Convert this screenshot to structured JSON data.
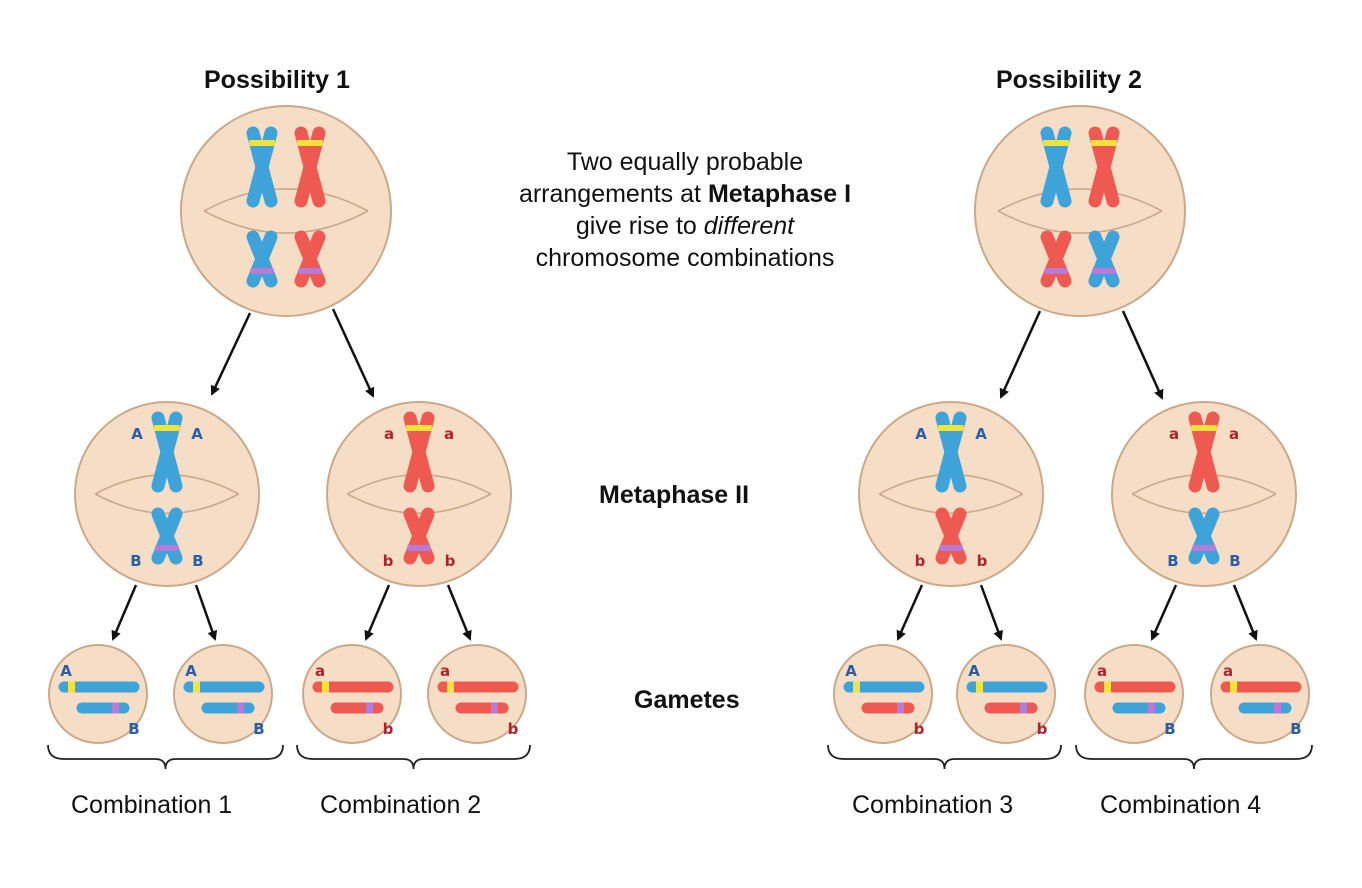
{
  "possibilities": [
    {
      "title": "Possibility 1",
      "combinations": [
        "Combination 1",
        "Combination 2"
      ]
    },
    {
      "title": "Possibility 2",
      "combinations": [
        "Combination 3",
        "Combination 4"
      ]
    }
  ],
  "note": {
    "line1": "Two equally probable",
    "line2_pre": "arrangements at ",
    "line2_bold": "Metaphase I",
    "line3_pre": "give rise to ",
    "line3_italic": "different",
    "line4": "chromosome combinations"
  },
  "stages": {
    "metaphase2": "Metaphase II",
    "gametes": "Gametes"
  },
  "alleles": {
    "A": "A",
    "a": "a",
    "B": "B",
    "b": "b"
  },
  "colors": {
    "cell_fill": "#f6dec6",
    "cell_stroke": "#c9a98a",
    "blue": "#3ea3d8",
    "red": "#ee5a52",
    "yellow": "#f1e33a",
    "purple": "#b77ad8",
    "blue_label": "#2b5ea8",
    "red_label": "#b0232b"
  }
}
